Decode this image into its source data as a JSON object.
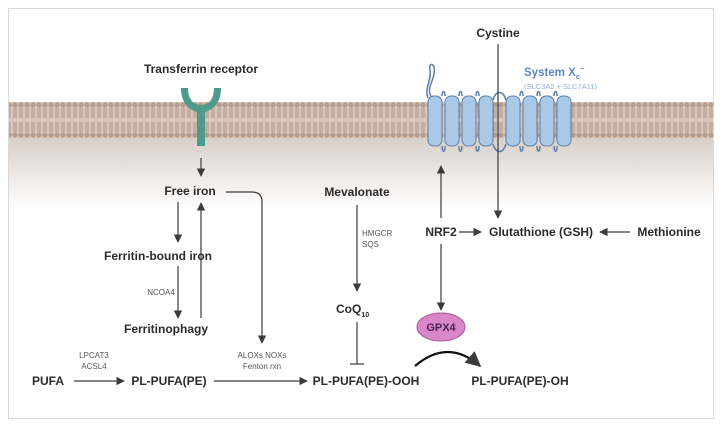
{
  "colors": {
    "membrane": "#c9b4a6",
    "membrane_head": "#b59b8b",
    "receptor": "#4d9b8b",
    "transporter": "#a9c9e6",
    "transporter_edge": "#5b7fa8",
    "gpx4_fill": "#d987c8",
    "arrow": "#3b3b3b",
    "system_label": "#5e86c6"
  },
  "icons": {
    "receptor": "y-shaped-receptor-icon",
    "transporter": "transmembrane-helix-bundle-icon",
    "gpx4": "gpx4-ellipse"
  },
  "nodes": {
    "transferrin_receptor": "Transferrin receptor",
    "cystine": "Cystine",
    "system_xc": "System X",
    "system_xc_sub": "c",
    "system_xc_sup": "−",
    "slc": "(SLC3A2 + SLC7A11)",
    "free_iron": "Free iron",
    "ferritin_bound_iron": "Ferritin-bound iron",
    "ncoa4": "NCOA4",
    "ferritinophagy": "Ferritinophagy",
    "mevalonate": "Mevalonate",
    "hmgcr": "HMGCR",
    "sqs": "SQS",
    "coq": "CoQ",
    "coq_sub": "10",
    "nrf2": "NRF2",
    "glutathione": "Glutathione (GSH)",
    "methionine": "Methionine",
    "gpx4": "GPX4",
    "lpcat3": "LPCAT3",
    "acsl4": "ACSL4",
    "pufa": "PUFA",
    "pl_pufa_pe": "PL-PUFA(PE)",
    "aloxs_noxs": "ALOXs NOXs",
    "fenton": "Fenton rxn",
    "pl_pufa_pe_ooh": "PL-PUFA(PE)-OOH",
    "pl_pufa_pe_oh": "PL-PUFA(PE)-OH"
  }
}
